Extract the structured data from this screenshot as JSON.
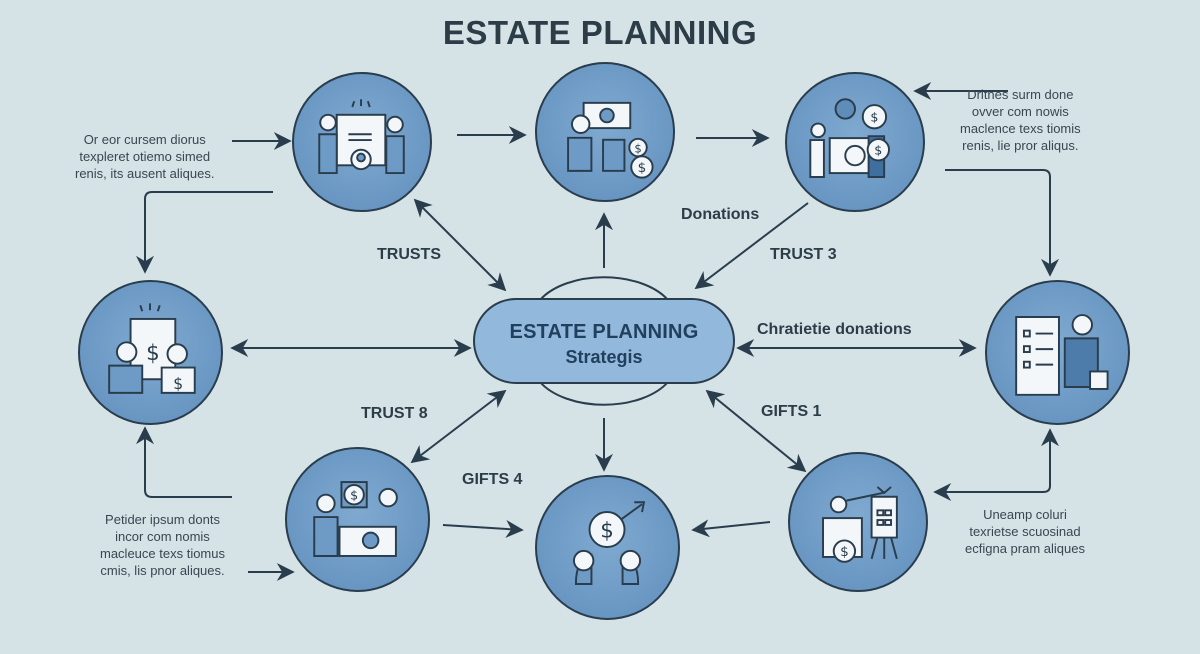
{
  "title": "ESTATE PLANNING",
  "center": {
    "line1": "ESTATE PLANNING",
    "line2": "Strategis"
  },
  "labels": {
    "trusts": "TRUSTS",
    "donations": "Donations",
    "trust3": "TRUST 3",
    "charitable": "Chratietie donations",
    "trust8": "TRUST 8",
    "gifts1": "GIFTS 1",
    "gifts4": "GIFTS 4"
  },
  "notes": {
    "top_left": [
      "Or eor cursem diorus",
      "texpleret otiemo simed",
      "renis, its ausent aliques."
    ],
    "top_right": [
      "Dritnes surm done",
      "ovver com nowis",
      "maclence texs tiomis",
      "renis, lie pror aliqus."
    ],
    "bottom_left": [
      "Petider ipsum donts",
      "incor com nomis",
      "macleuce texs tiomus",
      "cmis, lis pnor aliques."
    ],
    "bottom_right": [
      "Uneamp coluri",
      "texrietse scuosinad",
      "ecfigna pram aliques"
    ]
  },
  "nodes": [
    {
      "id": "top-left",
      "icon": "two-people-document-icon"
    },
    {
      "id": "top-center",
      "icon": "person-money-stack-icon"
    },
    {
      "id": "top-right",
      "icon": "presenter-coins-icon"
    },
    {
      "id": "mid-left",
      "icon": "advisor-client-dollar-board-icon"
    },
    {
      "id": "mid-right",
      "icon": "checklist-advisor-icon"
    },
    {
      "id": "bottom-left",
      "icon": "money-handover-icon"
    },
    {
      "id": "bottom-center",
      "icon": "growth-dollar-people-icon"
    },
    {
      "id": "bottom-right",
      "icon": "podium-easel-icon"
    }
  ],
  "colors": {
    "background": "#d5e3e7",
    "node_fill": "#6e9bc6",
    "center_fill": "#92b8dc",
    "stroke": "#2a3d4d",
    "text": "#2c3d47"
  }
}
